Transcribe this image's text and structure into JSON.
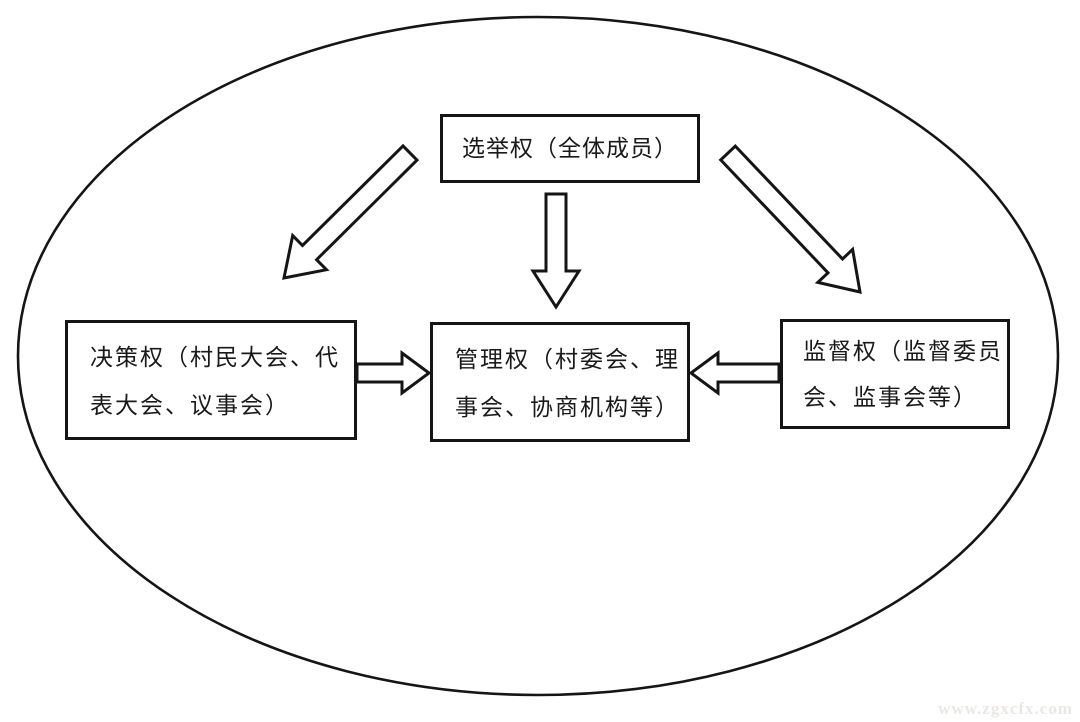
{
  "diagram": {
    "title_hint": "village self-governance rights flowchart",
    "nodes": {
      "election": {
        "label": "选举权（全体成员）"
      },
      "decision": {
        "line1": "决策权（村民大会、代",
        "line2": "表大会、议事会）"
      },
      "management": {
        "line1": "管理权（村委会、理",
        "line2": "事会、协商机构等）"
      },
      "supervision": {
        "line1": "监督权（监督委员",
        "line2": "会、监事会等）"
      }
    },
    "arrows": [
      {
        "name": "arrow-election-to-decision",
        "from": "election",
        "to": "decision",
        "direction": "down-left"
      },
      {
        "name": "arrow-election-to-management",
        "from": "election",
        "to": "management",
        "direction": "down"
      },
      {
        "name": "arrow-election-to-supervision",
        "from": "election",
        "to": "supervision",
        "direction": "down-right"
      },
      {
        "name": "arrow-decision-to-management",
        "from": "decision",
        "to": "management",
        "direction": "right"
      },
      {
        "name": "arrow-supervision-to-management",
        "from": "supervision",
        "to": "management",
        "direction": "left"
      }
    ],
    "colors": {
      "stroke": "#151515",
      "background": "#ffffff",
      "watermark": "#e9e8e4"
    }
  },
  "watermark": {
    "text": "www.zgxcfx.com"
  }
}
